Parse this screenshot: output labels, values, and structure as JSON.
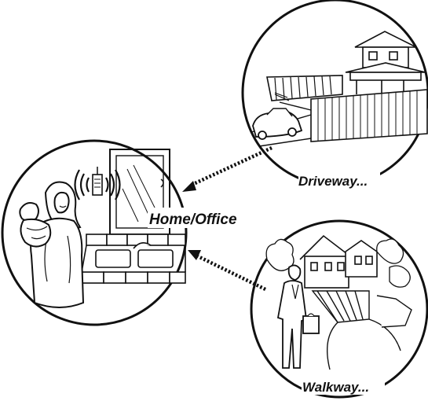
{
  "labels": {
    "home": "Home/Office",
    "driveway": "Driveway...",
    "walkway": "Walkway..."
  },
  "colors": {
    "ink": "#111111",
    "paper": "#ffffff"
  }
}
